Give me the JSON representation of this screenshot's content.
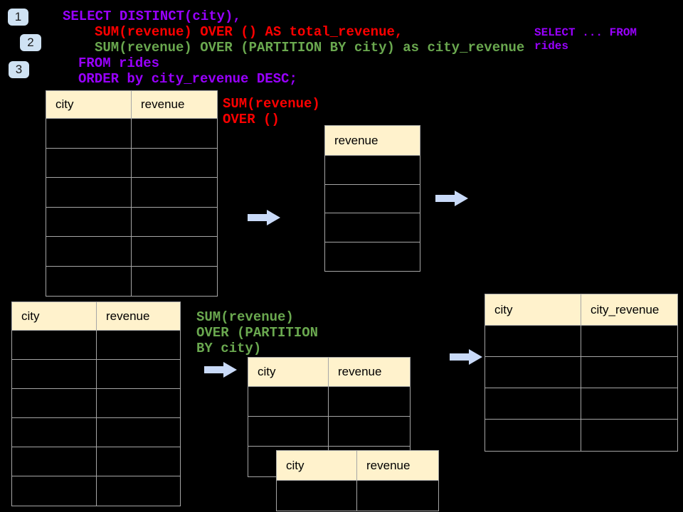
{
  "colors": {
    "bg": "#000000",
    "purple": "#9900ff",
    "red": "#ff0000",
    "green": "#6aa84f",
    "arrow-blue": "#c9daf8",
    "badge-blue": "#cfe2f3",
    "header-cream": "#fff2cc",
    "table-border": "#a6a6a6",
    "text-dark": "#1a1a1a"
  },
  "badges": {
    "one": "1",
    "two": "2",
    "three": "3"
  },
  "sql": {
    "line1": "SELECT DISTINCT(city),",
    "line2": "SUM(revenue) OVER () AS total_revenue,",
    "line3": "SUM(revenue) OVER (PARTITION BY city) as city_revenue",
    "line4": "FROM rides",
    "line5": "ORDER by city_revenue DESC;"
  },
  "side_note": {
    "line1": "SELECT ... FROM",
    "line2": "rides"
  },
  "labels": {
    "total_revenue": {
      "line1": "SUM(revenue)",
      "line2": "OVER ()"
    },
    "partition": {
      "line1": "SUM(revenue)",
      "line2": "OVER (PARTITION",
      "line3": "BY city)"
    }
  },
  "tables": {
    "source_top": {
      "headers": [
        "city",
        "revenue"
      ],
      "row_count": 6
    },
    "total_revenue": {
      "headers": [
        "revenue"
      ],
      "row_count": 4
    },
    "source_bottom": {
      "headers": [
        "city",
        "revenue"
      ],
      "row_count": 6
    },
    "partition_a": {
      "headers": [
        "city",
        "revenue"
      ],
      "row_count": 3
    },
    "partition_b": {
      "headers": [
        "city",
        "revenue"
      ],
      "row_count": 1
    },
    "result": {
      "headers": [
        "city",
        "city_revenue"
      ],
      "row_count": 4
    }
  }
}
